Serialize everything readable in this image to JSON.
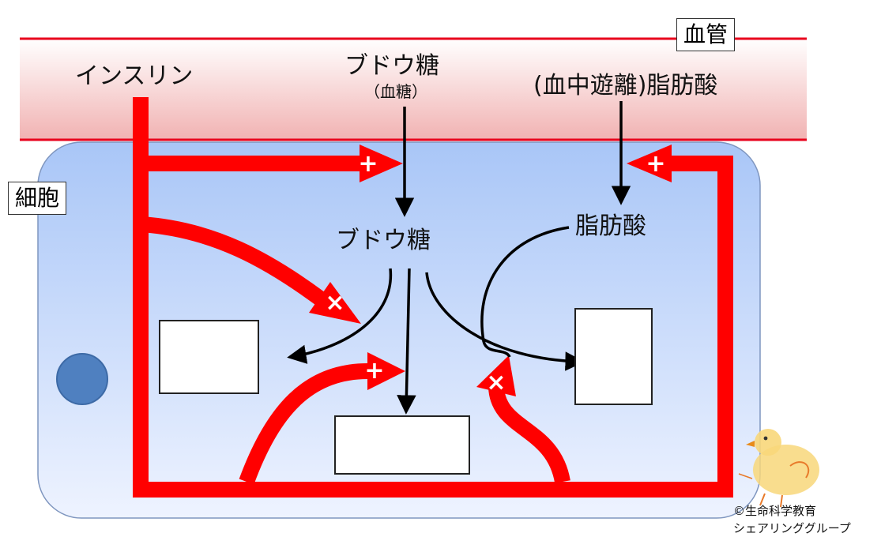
{
  "labels": {
    "vessel": "血管",
    "cell": "細胞",
    "insulin": "インスリン",
    "glucose_blood": "ブドウ糖",
    "glucose_blood_sub": "（血糖）",
    "fatty_acid_blood": "(血中遊離)脂肪酸",
    "glucose_cell": "ブドウ糖",
    "fatty_acid_cell": "脂肪酸"
  },
  "signs": {
    "plus": "+",
    "minus": "×"
  },
  "credit": {
    "line1": "©生命科学教育",
    "line2": "シェアリンググループ"
  },
  "colors": {
    "vessel_stripe": "#f1b2b2",
    "vessel_line": "#e8001c",
    "cell_top": "#a9c6f7",
    "cell_bottom": "#e9efff",
    "cell_border": "#7f96bf",
    "nucleus": "#4f80c0",
    "insulin_path": "#ff0000",
    "black_arrow": "#000000"
  }
}
